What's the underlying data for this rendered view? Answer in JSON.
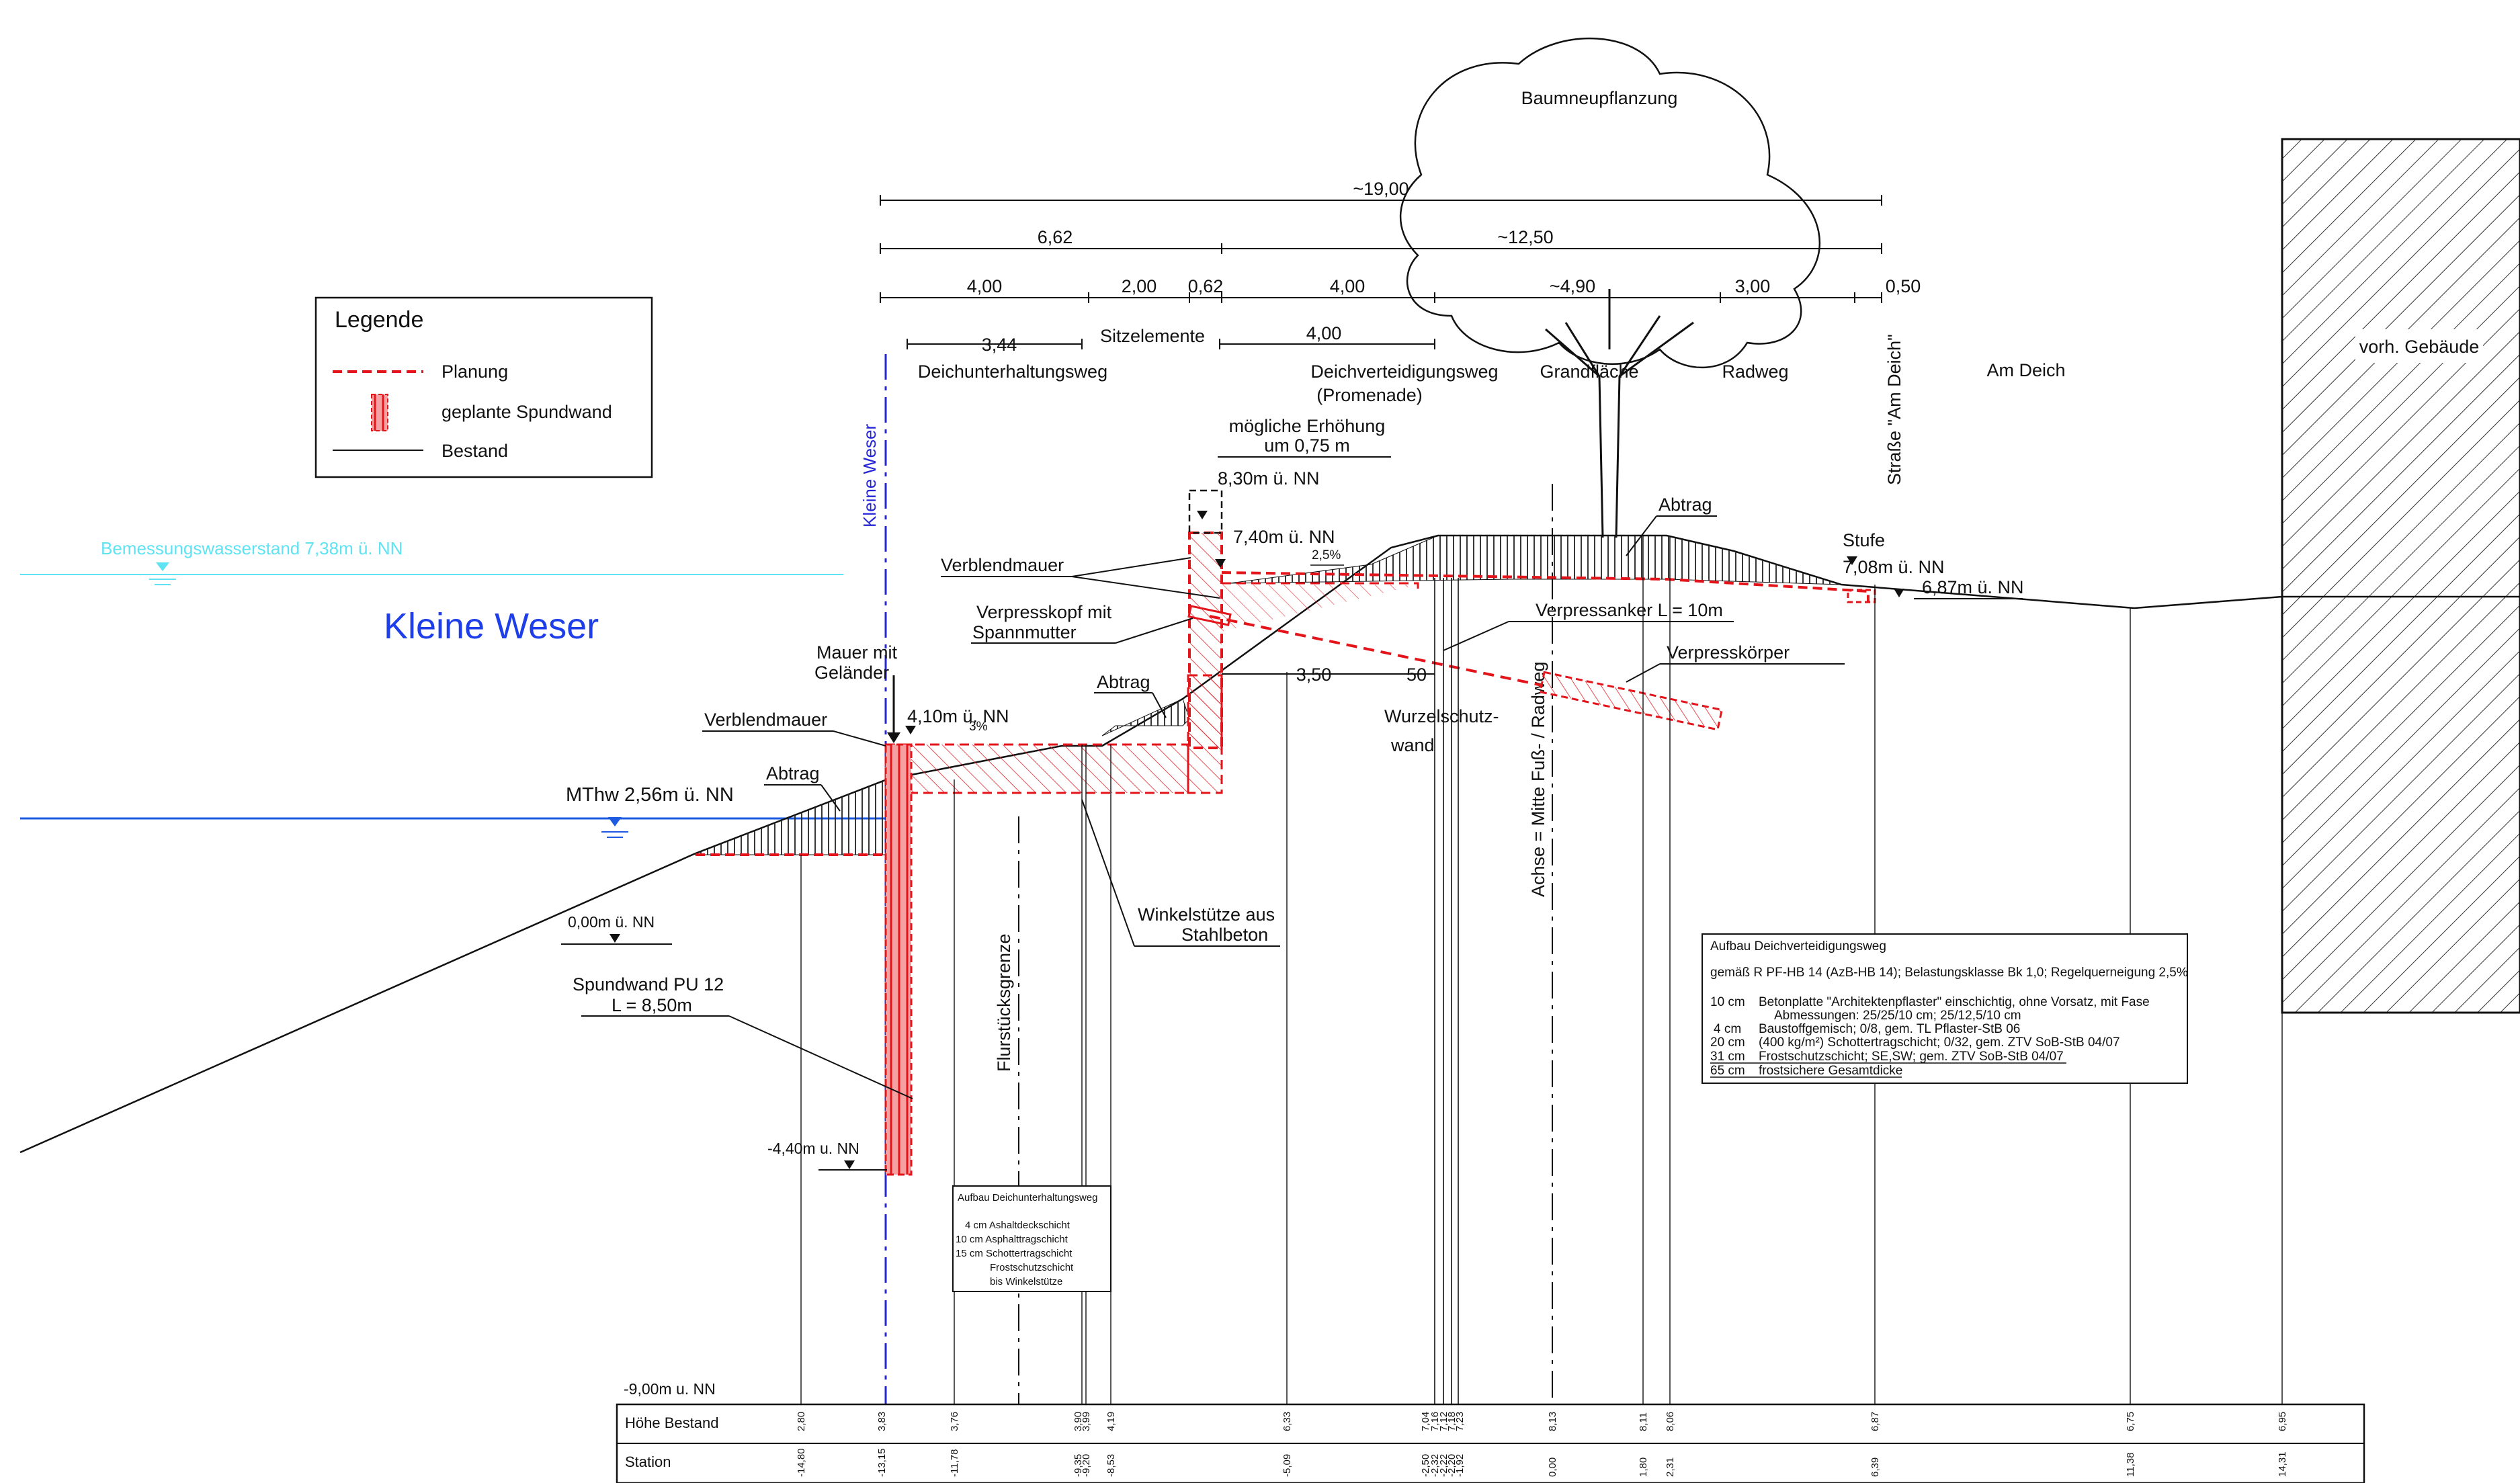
{
  "colors": {
    "planning": "#e4141b",
    "sheetpile_fill": "#f08080",
    "water": "#1d5be0",
    "water_level": "#5fe3f2",
    "axis": "#2626d6",
    "existing": "#111111"
  },
  "river": {
    "name": "Kleine Weser",
    "axis_label": "Kleine Weser",
    "design_level": "Bemessungswasserstand 7,38m ü. NN",
    "mthw": "MThw 2,56m ü. NN"
  },
  "legend": {
    "title": "Legende",
    "items": [
      {
        "label": "Planung",
        "style": "dashed-red"
      },
      {
        "label": "geplante Spundwand",
        "style": "sheetpile"
      },
      {
        "label": "Bestand",
        "style": "thin-black"
      }
    ]
  },
  "dimensions": {
    "total": "~19,00",
    "second": "~12,50",
    "left_total": "6,62",
    "row3": [
      "4,00",
      "2,00",
      "0,62",
      "4,00",
      "~4,90",
      "3,00",
      "0,50"
    ],
    "row4": [
      "3,44",
      "Sitzelemente",
      "4,00"
    ]
  },
  "zones": {
    "maintenance_path": "Deichunterhaltungsweg",
    "defence_path_1": "Deichverteidigungsweg",
    "defence_path_2": "(Promenade)",
    "green": "Grandfläche",
    "cycle": "Radweg",
    "street": "Am Deich",
    "street_vertical": "Straße \"Am Deich\"",
    "building": "vorh. Gebäude"
  },
  "tree": "Baumneupflanzung",
  "annotations": {
    "raise_1": "mögliche Erhöhung",
    "raise_2": "um 0,75 m",
    "lvl_830": "8,30m ü. NN",
    "lvl_740": "7,40m ü. NN",
    "slope_25": "2,5%",
    "verblend_top": "Verblendmauer",
    "verpresskopf_1": "Verpresskopf mit",
    "verpresskopf_2": "Spannmutter",
    "anchor": "Verpressanker L = 10m",
    "grout": "Verpresskörper",
    "abtrag_top": "Abtrag",
    "abtrag_mid": "Abtrag",
    "abtrag_low": "Abtrag",
    "stufe": "Stufe",
    "lvl_708": "7,08m ü. NN",
    "lvl_687": "6,87m ü. NN",
    "mauer_1": "Mauer mit",
    "mauer_2": "Geländer",
    "lvl_410": "4,10m ü. NN",
    "slope_3": "3%",
    "verblend_low": "Verblendmauer",
    "dim_350": "3,50",
    "dim_50": "50",
    "root_1": "Wurzelschutz-",
    "root_2": "wand",
    "axis_mid": "Achse = Mitte Fuß- / Radweg",
    "parcel": "Flurstücksgrenze",
    "angle_1": "Winkelstütze aus",
    "angle_2": "Stahlbeton",
    "lvl_000": "0,00m ü. NN",
    "sheet_1": "Spundwand PU 12",
    "sheet_2": "L = 8,50m",
    "lvl_m440": "-4,40m u. NN",
    "lvl_m900": "-9,00m u. NN"
  },
  "box_maintenance": {
    "title": "Aufbau Deichunterhaltungsweg",
    "lines": [
      "4 cm Ashaltdeckschicht",
      "10 cm Asphalttragschicht",
      "15 cm Schottertragschicht",
      "Frostschutzschicht",
      "bis Winkelstütze"
    ]
  },
  "box_defence": {
    "title": "Aufbau Deichverteidigungsweg",
    "line1": "gemäß R PF-HB 14 (AzB-HB 14); Belastungsklasse Bk 1,0; Regelquerneigung 2,5%",
    "layers": [
      {
        "t": "10 cm",
        "d": "Betonplatte \"Architektenpflaster\" einschichtig, ohne Vorsatz, mit Fase"
      },
      {
        "t": "",
        "d": "Abmessungen: 25/25/10 cm; 25/12,5/10 cm"
      },
      {
        "t": "4 cm",
        "d": "Baustoffgemisch; 0/8, gem. TL Pflaster-StB 06"
      },
      {
        "t": "20 cm",
        "d": "(400 kg/m²) Schottertragschicht; 0/32, gem. ZTV SoB-StB 04/07"
      },
      {
        "t": "31 cm",
        "d": "Frostschutzschicht; SE,SW; gem. ZTV SoB-StB 04/07"
      },
      {
        "t": "65 cm",
        "d": "frostsichere Gesamtdicke"
      }
    ]
  },
  "table": {
    "row1_label": "Höhe Bestand",
    "row2_label": "Station",
    "heights": [
      "2,80",
      "3,83",
      "3,76",
      "3,90",
      "3,99",
      "4,19",
      "6,33",
      "7,04",
      "7,16",
      "7,12",
      "7,18",
      "7,23",
      "8,13",
      "8,11",
      "8,06",
      "6,87",
      "6,75",
      "6,95"
    ],
    "stations": [
      "-14,80",
      "-13,15",
      "-11,78",
      "-9,35",
      "-9,20",
      "-8,53",
      "-5,09",
      "-2,50",
      "-2,32",
      "-2,22",
      "-2,20",
      "-1,92",
      "0,00",
      "1,80",
      "2,31",
      "6,39",
      "11,38",
      "14,31"
    ]
  }
}
